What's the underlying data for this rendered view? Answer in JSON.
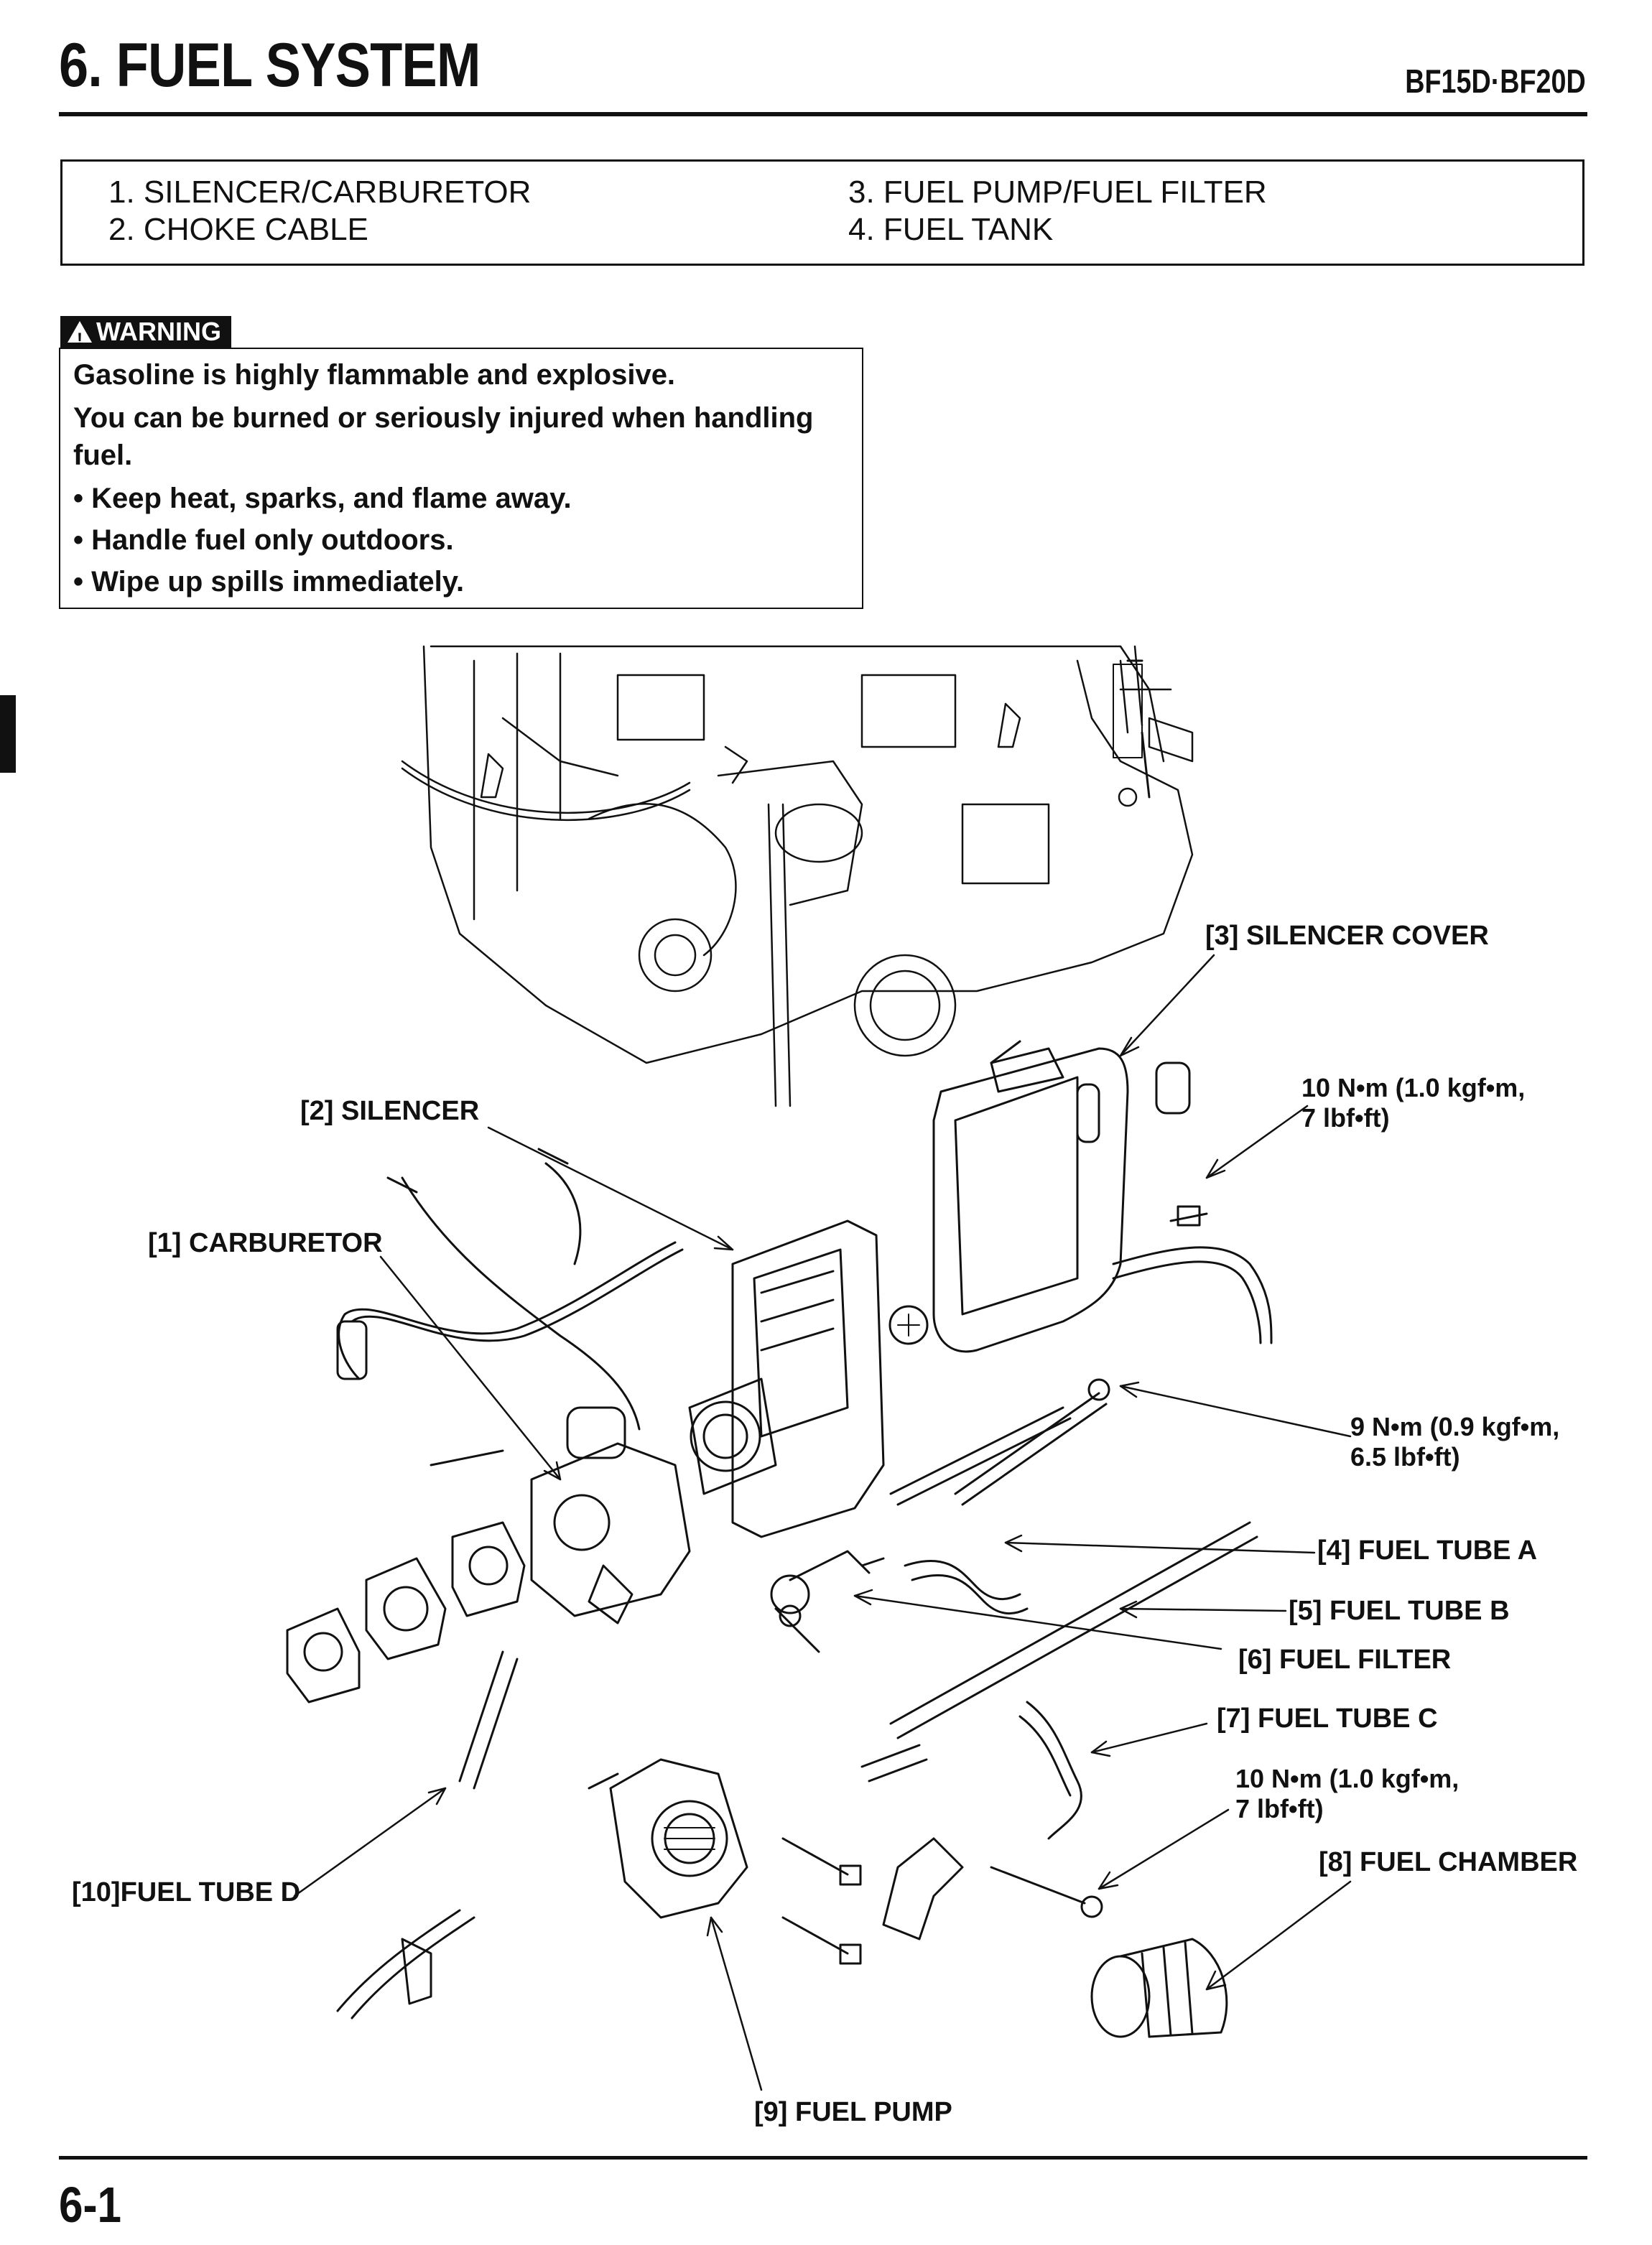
{
  "header": {
    "section_title": "6. FUEL SYSTEM",
    "model": "BF15D·BF20D"
  },
  "contents": [
    {
      "label": "1. SILENCER/CARBURETOR"
    },
    {
      "label": "2. CHOKE CABLE"
    },
    {
      "label": "3. FUEL PUMP/FUEL FILTER"
    },
    {
      "label": "4. FUEL TANK"
    }
  ],
  "warning": {
    "badge": "WARNING",
    "line1": "Gasoline is highly flammable and explosive.",
    "line2": "You can be burned or seriously injured when handling fuel.",
    "bullets": [
      "• Keep heat, sparks, and flame away.",
      "• Handle fuel only outdoors.",
      "• Wipe up spills immediately."
    ]
  },
  "callouts": {
    "silencer_cover": "[3]  SILENCER COVER",
    "silencer": "[2]  SILENCER",
    "carburetor": "[1]  CARBURETOR",
    "fuel_tube_a": "[4]  FUEL TUBE A",
    "fuel_tube_b": "[5]  FUEL TUBE B",
    "fuel_filter": "[6]  FUEL FILTER",
    "fuel_tube_c": "[7]  FUEL TUBE C",
    "fuel_chamber": "[8]  FUEL CHAMBER",
    "fuel_pump": "[9]  FUEL PUMP",
    "fuel_tube_d": "[10]FUEL TUBE D"
  },
  "torques": {
    "t1_line1": "10 N•m (1.0 kgf•m,",
    "t1_line2": "7 lbf•ft)",
    "t2_line1": "9 N•m (0.9 kgf•m,",
    "t2_line2": "6.5 lbf•ft)",
    "t3_line1": "10 N•m (1.0 kgf•m,",
    "t3_line2": "7 lbf•ft)"
  },
  "footer": {
    "page_number": "6-1"
  }
}
